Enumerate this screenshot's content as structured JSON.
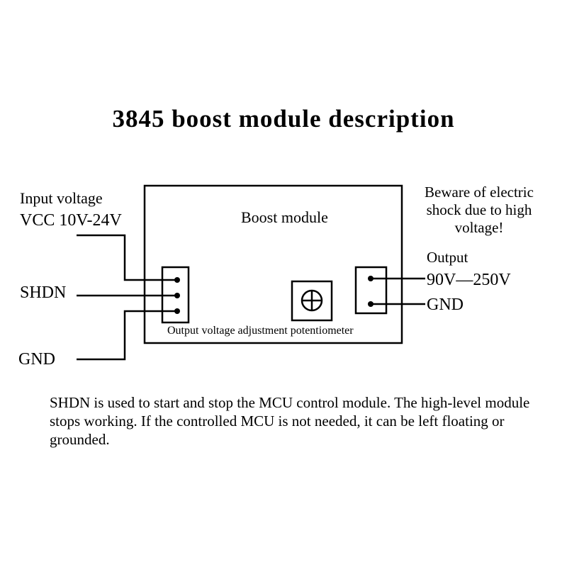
{
  "title": "3845 boost module description",
  "module": {
    "label": "Boost module",
    "potentiometer_label": "Output voltage adjustment potentiometer"
  },
  "input": {
    "heading": "Input voltage",
    "vcc": "VCC 10V-24V",
    "shdn": "SHDN",
    "gnd": "GND"
  },
  "output": {
    "warning": "Beware of electric shock due to high voltage!",
    "heading": "Output",
    "range": "90V—250V",
    "gnd": "GND"
  },
  "note": "SHDN is used to start and stop the MCU control module. The high-level module stops working. If the controlled MCU is not needed, it can be left floating or grounded."
}
